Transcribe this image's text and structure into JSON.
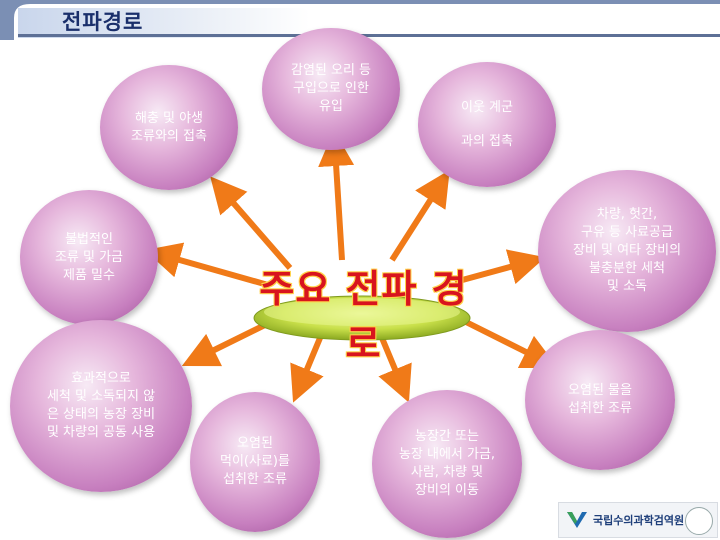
{
  "header": {
    "title": "전파경로"
  },
  "center": {
    "label": "주요 전파 경로"
  },
  "nodes": [
    {
      "id": "wild-birds",
      "lines": [
        "해충 및 야생",
        "조류와의 접촉"
      ]
    },
    {
      "id": "infected-ducks",
      "lines": [
        "감염된 오리 등",
        "구입으로 인한",
        "유입"
      ]
    },
    {
      "id": "neighbor-flock",
      "lines": [
        "이웃 계군",
        "과의 접촉"
      ]
    },
    {
      "id": "vehicles",
      "lines": [
        "차량, 헛간,",
        "구유 등 사료공급",
        "장비 및 여타 장비의",
        "불충분한 세척",
        "및 소독"
      ]
    },
    {
      "id": "illegal-products",
      "lines": [
        "불법적인",
        "조류 및 가금",
        "제품 밀수"
      ]
    },
    {
      "id": "shared-equipment",
      "lines": [
        "효과적으로",
        "세척 및 소독되지 않",
        "은 상태의 농장 장비",
        "및 차량의 공동 사용"
      ]
    },
    {
      "id": "contaminated-water",
      "lines": [
        "오염된 물을",
        "섭취한 조류"
      ]
    },
    {
      "id": "contaminated-feed",
      "lines": [
        "오염된",
        "먹이(사료)를",
        "섭취한 조류"
      ]
    },
    {
      "id": "farm-movement",
      "lines": [
        "농장간 또는",
        "농장 내에서 가금,",
        "사람, 차량 및",
        "장비의 이동"
      ]
    }
  ],
  "logo": {
    "text": "국립수의과학검역원"
  },
  "colors": {
    "arrow": "#f07a18",
    "bubble": "#c77fbf",
    "center_text": "#d8141e",
    "platform": "#c9e04a"
  }
}
